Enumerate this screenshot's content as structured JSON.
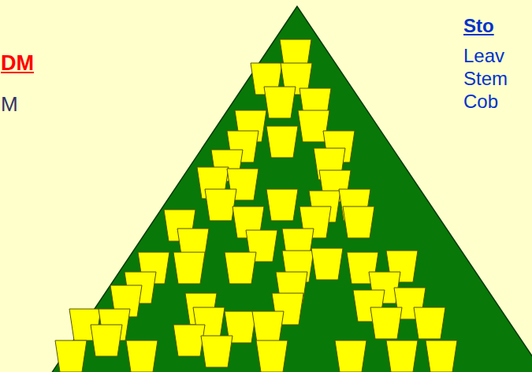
{
  "diagram": {
    "labels": [
      "DM",
      "M",
      "Sto",
      "Leav",
      "Stem",
      "Cob"
    ]
  }
}
